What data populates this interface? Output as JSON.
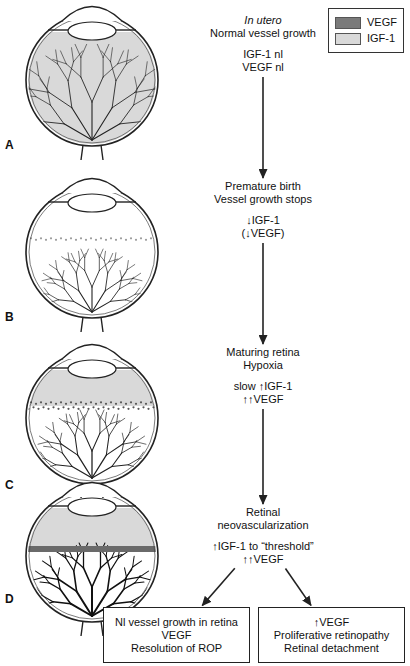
{
  "diagram": {
    "nodes": [
      {
        "text": [
          "In utero",
          "Normal vessel growth",
          "IGF-1 nl",
          "VEGF nl"
        ]
      },
      {
        "text": [
          "Premature birth",
          "Vessel growth stops",
          "↓IGF-1",
          "(↓VEGF)"
        ]
      },
      {
        "text": [
          "Maturing retina",
          "Hypoxia",
          "slow ↑IGF-1",
          "↑↑VEGF"
        ]
      },
      {
        "text": [
          "Retinal neovascularization",
          "↑IGF-1 to “threshold”",
          "↑↑VEGF"
        ]
      },
      {
        "text": [
          "Nl vessel growth in retina",
          "VEGF",
          "Resolution of ROP"
        ]
      },
      {
        "text": [
          "↑VEGF",
          "Proliferative retinopathy",
          "Retinal detachment"
        ]
      }
    ],
    "edges": [
      {
        "from": 0,
        "to": 1,
        "arrow": "to"
      },
      {
        "from": 1,
        "to": 2,
        "arrow": "to"
      },
      {
        "from": 2,
        "to": 3,
        "arrow": "to"
      },
      {
        "from": 3,
        "to": 4,
        "arrow": "to"
      },
      {
        "from": 3,
        "to": 5,
        "arrow": "to"
      }
    ],
    "labels": [
      "A",
      "B",
      "C",
      "D"
    ],
    "legend": [
      {
        "text": "VEGF",
        "color": "#7a7a7a"
      },
      {
        "text": "IGF-1",
        "color": "#d9d9d9"
      }
    ]
  }
}
